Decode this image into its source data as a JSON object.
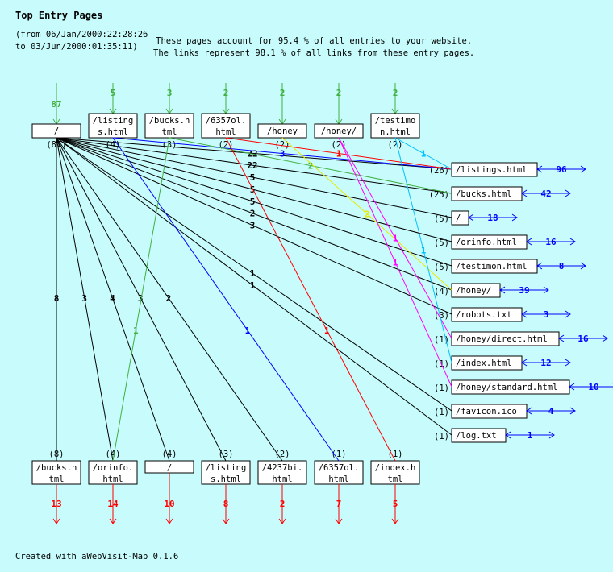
{
  "title": "Top Entry Pages",
  "range": {
    "line1": "(from 06/Jan/2000:22:28:26",
    "line2": "to 03/Jun/2000:01:35:11)"
  },
  "summary": {
    "line1": "These pages account for 95.4 % of all entries to your website.",
    "line2": "The links represent 98.1 % of all links from these entry pages."
  },
  "footer": "Created with aWebVisit-Map 0.1.6",
  "colors": {
    "background": "#c8fcfc",
    "entry": "#40b040",
    "exit": "#ff0000",
    "continue": "#0000ff"
  },
  "entry_nodes": [
    {
      "id": "t0",
      "lines": [
        "/"
      ],
      "entries": "87",
      "count": "(87)"
    },
    {
      "id": "t1",
      "lines": [
        "/listing",
        "s.html"
      ],
      "entries": "5",
      "count": "(4)"
    },
    {
      "id": "t2",
      "lines": [
        "/bucks.h",
        "tml"
      ],
      "entries": "3",
      "count": "(3)"
    },
    {
      "id": "t3",
      "lines": [
        "/6357ol.",
        "html"
      ],
      "entries": "2",
      "count": "(2)"
    },
    {
      "id": "t4",
      "lines": [
        "/honey"
      ],
      "entries": "2",
      "count": "(2)"
    },
    {
      "id": "t5",
      "lines": [
        "/honey/"
      ],
      "entries": "2",
      "count": "(2)"
    },
    {
      "id": "t6",
      "lines": [
        "/testimo",
        "n.html"
      ],
      "entries": "2",
      "count": "(2)"
    }
  ],
  "right_nodes": [
    {
      "id": "r0",
      "label": "/listings.html",
      "count": "(26)",
      "onward": "96"
    },
    {
      "id": "r1",
      "label": "/bucks.html",
      "count": "(25)",
      "onward": "42"
    },
    {
      "id": "r2",
      "label": "/",
      "count": "(5)",
      "onward": "18"
    },
    {
      "id": "r3",
      "label": "/orinfo.html",
      "count": "(5)",
      "onward": "16"
    },
    {
      "id": "r4",
      "label": "/testimon.html",
      "count": "(5)",
      "onward": "8"
    },
    {
      "id": "r5",
      "label": "/honey/",
      "count": "(4)",
      "onward": "39"
    },
    {
      "id": "r6",
      "label": "/robots.txt",
      "count": "(3)",
      "onward": "3"
    },
    {
      "id": "r7",
      "label": "/honey/direct.html",
      "count": "(1)",
      "onward": "16"
    },
    {
      "id": "r8",
      "label": "/index.html",
      "count": "(1)",
      "onward": "12"
    },
    {
      "id": "r9",
      "label": "/honey/standard.html",
      "count": "(1)",
      "onward": "10"
    },
    {
      "id": "r10",
      "label": "/favicon.ico",
      "count": "(1)",
      "onward": "4"
    },
    {
      "id": "r11",
      "label": "/log.txt",
      "count": "(1)",
      "onward": "1"
    }
  ],
  "bottom_nodes": [
    {
      "id": "b0",
      "lines": [
        "/bucks.h",
        "tml"
      ],
      "count": "(8)",
      "exits": "13"
    },
    {
      "id": "b1",
      "lines": [
        "/orinfo.",
        "html"
      ],
      "count": "(4)",
      "exits": "14"
    },
    {
      "id": "b2",
      "lines": [
        "/"
      ],
      "count": "(4)",
      "exits": "10"
    },
    {
      "id": "b3",
      "lines": [
        "/listing",
        "s.html"
      ],
      "count": "(3)",
      "exits": "8"
    },
    {
      "id": "b4",
      "lines": [
        "/4237bi.",
        "html"
      ],
      "count": "(2)",
      "exits": "2"
    },
    {
      "id": "b5",
      "lines": [
        "/6357ol.",
        "html"
      ],
      "count": "(1)",
      "exits": "7"
    },
    {
      "id": "b6",
      "lines": [
        "/index.h",
        "tml"
      ],
      "count": "(1)",
      "exits": "5"
    }
  ],
  "edges": [
    {
      "from": "t0",
      "to": "r0",
      "count": "22",
      "color": "#000000"
    },
    {
      "from": "t0",
      "to": "r1",
      "count": "22",
      "color": "#000000"
    },
    {
      "from": "t0",
      "to": "r2",
      "count": "5",
      "color": "#000000"
    },
    {
      "from": "t0",
      "to": "r3",
      "count": "5",
      "color": "#000000"
    },
    {
      "from": "t0",
      "to": "r4",
      "count": "5",
      "color": "#000000"
    },
    {
      "from": "t0",
      "to": "r5",
      "count": "2",
      "color": "#000000"
    },
    {
      "from": "t0",
      "to": "r6",
      "count": "3",
      "color": "#000000"
    },
    {
      "from": "t0",
      "to": "r10",
      "count": "1",
      "color": "#000000"
    },
    {
      "from": "t0",
      "to": "r11",
      "count": "1",
      "color": "#000000"
    },
    {
      "from": "t0",
      "to": "b0",
      "count": "8",
      "color": "#000000"
    },
    {
      "from": "t0",
      "to": "b1",
      "count": "3",
      "color": "#000000"
    },
    {
      "from": "t0",
      "to": "b2",
      "count": "4",
      "color": "#000000"
    },
    {
      "from": "t0",
      "to": "b3",
      "count": "3",
      "color": "#000000"
    },
    {
      "from": "t0",
      "to": "b4",
      "count": "2",
      "color": "#000000"
    },
    {
      "from": "t1",
      "to": "r0",
      "count": "3",
      "color": "#0000ff"
    },
    {
      "from": "t1",
      "to": "b5",
      "count": "1",
      "color": "#0000ff"
    },
    {
      "from": "t2",
      "to": "r1",
      "count": "2",
      "color": "#40b040"
    },
    {
      "from": "t2",
      "to": "b1",
      "count": "1",
      "color": "#40b040"
    },
    {
      "from": "t3",
      "to": "r0",
      "count": "1",
      "color": "#ff0000"
    },
    {
      "from": "t3",
      "to": "b6",
      "count": "1",
      "color": "#ff0000"
    },
    {
      "from": "t4",
      "to": "r5",
      "count": "2",
      "color": "#e8e800"
    },
    {
      "from": "t5",
      "to": "r7",
      "count": "1",
      "color": "#ff00ff"
    },
    {
      "from": "t5",
      "to": "r9",
      "count": "1",
      "color": "#ff00ff"
    },
    {
      "from": "t6",
      "to": "r0",
      "count": "1",
      "color": "#00c0ff"
    },
    {
      "from": "t6",
      "to": "r8",
      "count": "1",
      "color": "#00c0ff"
    }
  ]
}
